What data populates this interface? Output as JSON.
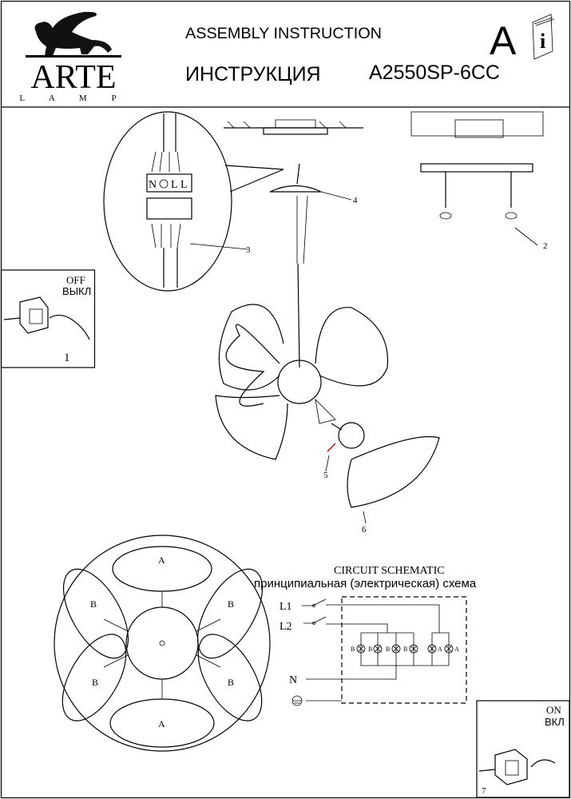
{
  "header": {
    "brand": "ARTE",
    "brand_sub": "L A M P",
    "title_en": "ASSEMBLY INSTRUCTION",
    "title_ru": "ИНСТРУКЦИЯ",
    "model": "A2550SP-6CC",
    "class_letter": "A",
    "info_icon_letter": "i"
  },
  "steps": {
    "step1": {
      "number": "1",
      "off_en": "OFF",
      "off_ru": "ВЫКЛ"
    },
    "step7": {
      "number": "7",
      "on_en": "ON",
      "on_ru": "ВКЛ"
    },
    "callouts": [
      "2",
      "3",
      "4",
      "5",
      "6"
    ]
  },
  "terminal": {
    "labels": [
      "N",
      "L",
      "L"
    ]
  },
  "top_view": {
    "shade_labels": [
      "A",
      "B",
      "B",
      "B",
      "B",
      "A"
    ]
  },
  "circuit": {
    "title_en": "CIRCUIT SCHEMATIC",
    "title_ru": "принципиальная (электрическая) схема",
    "inputs": [
      "L1",
      "L2",
      "N"
    ],
    "lamp_labels": [
      "B",
      "B",
      "B",
      "B",
      "A",
      "A"
    ]
  }
}
